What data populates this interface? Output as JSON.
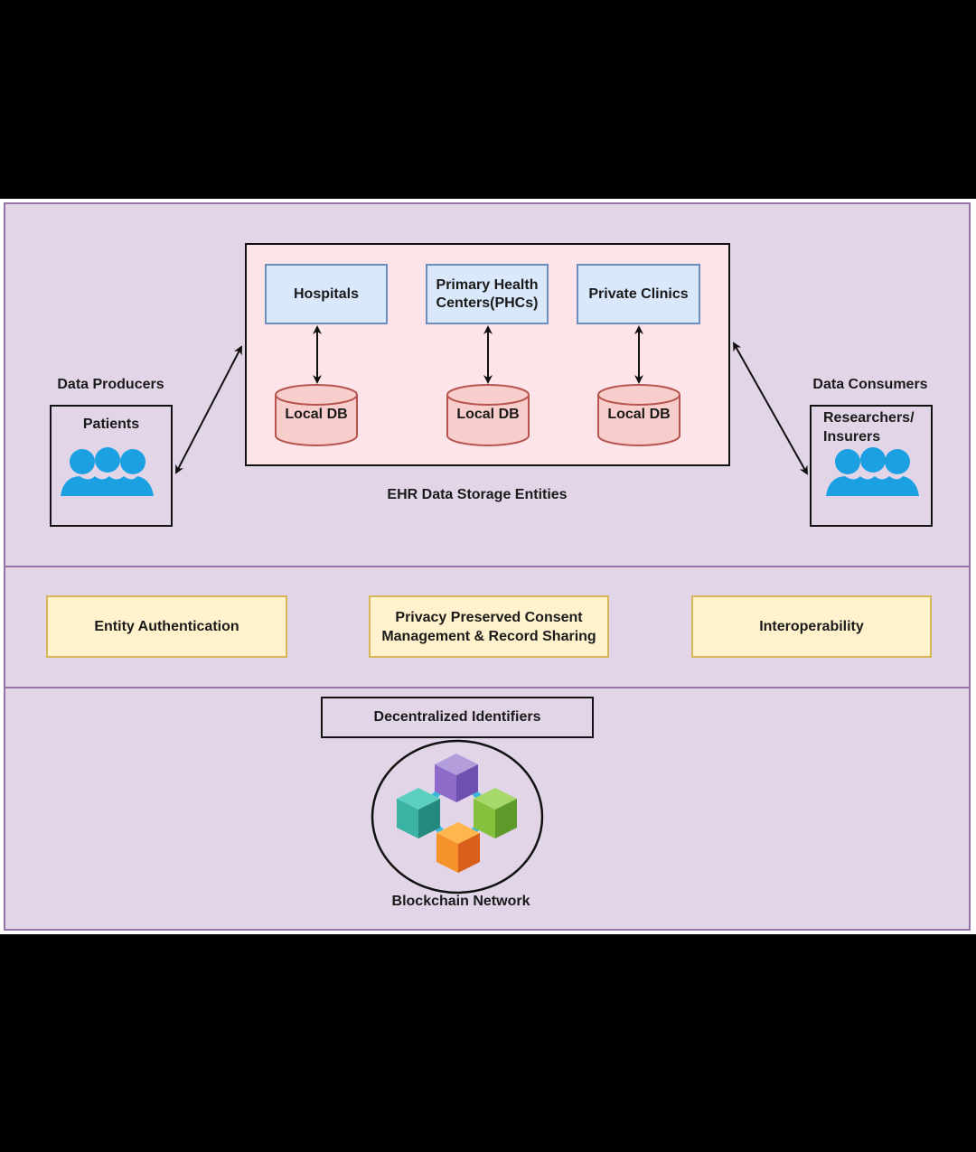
{
  "diagram": {
    "title_storage": "EHR Data Storage Entities",
    "producers": {
      "heading": "Data Producers",
      "actor": "Patients",
      "icon": "people-group-icon"
    },
    "consumers": {
      "heading": "Data Consumers",
      "actor": "Researchers/\nInsurers",
      "icon": "people-group-icon"
    },
    "institutions": [
      {
        "name": "Hospitals",
        "db": "Local DB"
      },
      {
        "name": "Primary Health Centers(PHCs)",
        "db": "Local DB"
      },
      {
        "name": "Private Clinics",
        "db": "Local DB"
      }
    ],
    "features": [
      "Entity Authentication",
      "Privacy Preserved Consent Management & Record Sharing",
      "Interoperability"
    ],
    "identity_layer": "Decentralized Identifiers",
    "blockchain": {
      "label": "Blockchain Network",
      "icon": "blockchain-cubes-icon"
    },
    "colors": {
      "layer_fill": "#e1d5e7",
      "layer_border": "#9673a6",
      "storage_fill": "#fde4e8",
      "institution_fill": "#dae8fc",
      "institution_border": "#6c8ebf",
      "db_fill": "#f8cecc",
      "db_border": "#b85450",
      "feature_fill": "#fff2cc",
      "feature_border": "#d6b656",
      "people_icon": "#1ba1e2"
    }
  }
}
